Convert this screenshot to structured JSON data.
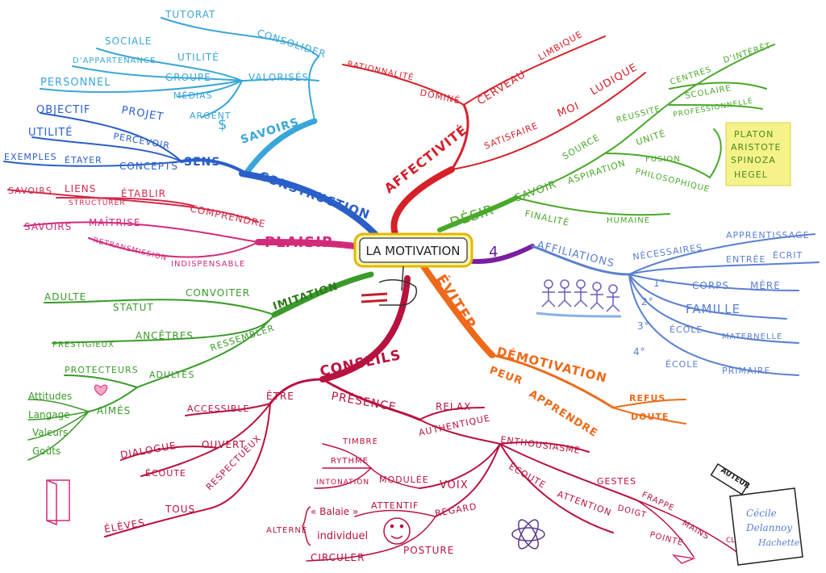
{
  "center": {
    "label": "LA MOTIVATION",
    "num": "4"
  },
  "colors": {
    "savoirs": "#3aa6d8",
    "construction": "#2a5fc9",
    "plaisir": "#d22a7a",
    "imitation": "#3a9a2a",
    "conseils": "#b8123e",
    "affectivite": "#d6202a",
    "desir": "#4aa82a",
    "eviter": "#ee6a1a",
    "affiliations": "#5a7fd0",
    "purple": "#7a1fa0"
  },
  "branches": {
    "savoirs": "SAVOIRS",
    "construction": "CONSTRUCTION",
    "sens": "SENS",
    "plaisir": "PLAISIR",
    "imitation": "IMITATION",
    "conseils": "CONSEILS",
    "affectivite": "AFFECTIVITÉ",
    "desir": "DÉSIR",
    "eviter": "ÉVITER",
    "affiliations": "AFFILIATIONS"
  },
  "savoirs_words": {
    "tutorat": "TUTORAT",
    "consolider": "CONSOLIDER",
    "sociale": "SOCIALE",
    "utilite": "UTILITÉ",
    "appartenance": "D'APPARTENANCE",
    "groupe": "GROUPE",
    "valorises": "VALORISÉS",
    "medias": "MÉDIAS",
    "argent": "ARGENT",
    "dollar": "$",
    "personnel": "PERSONNEL"
  },
  "sens_words": {
    "objectif": "OBJECTIF",
    "projet": "PROJET",
    "utilite": "UTILITÉ",
    "percevoir": "PERCEVOIR",
    "exemples": "EXEMPLES",
    "etayer": "ÉTAYER",
    "concepts": "CONCEPTS"
  },
  "construction_words": {
    "savoirs": "SAVOIRS",
    "liens": "LIENS",
    "structurer": "STRUCTURER",
    "etablir": "ÉTABLIR",
    "comprendre": "COMPRENDRE"
  },
  "plaisir_words": {
    "savoirs": "SAVOIRS",
    "maitrise": "MAÎTRISE",
    "retransmission": "RETRANSMISSION",
    "indispensable": "INDISPENSABLE"
  },
  "imitation_words": {
    "adulte": "ADULTE",
    "statut": "STATUT",
    "convoiter": "CONVOITER",
    "prestigieux": "PRESTIGIEUX",
    "ancetres": "ANCÊTRES",
    "ressembler": "RESSEMBLER",
    "protecteurs": "PROTECTEURS",
    "adultes": "ADULTES",
    "aimes": "AIMÉS",
    "attitudes": "Attitudes",
    "langage": "Langage",
    "valeurs": "Valeurs",
    "gouts": "Goûts"
  },
  "conseils_words": {
    "accessible": "ACCESSIBLE",
    "etre": "ÊTRE",
    "dialogue": "DIALOGUE",
    "ouvert": "OUVERT",
    "ecoute": "ÉCOUTE",
    "respectueux": "RESPECTUEUX",
    "eleves": "ÉLÈVES",
    "tous": "TOUS",
    "presence": "PRÉSENCE",
    "relax": "RELAX",
    "authentique": "AUTHENTIQUE",
    "enthousiasme": "ENTHOUSIASME",
    "timbre": "TIMBRE",
    "rythme": "RYTHME",
    "intonation": "INTONATION",
    "modulee": "MODULÉE",
    "voix": "VOIX",
    "regard": "REGARD",
    "alterne": "ALTERNÉ",
    "balaie": "« Balaie »",
    "attentif": "ATTENTIF",
    "individuel": "individuel",
    "posture": "POSTURE",
    "circuler": "CIRCULER",
    "ecoute2": "ÉCOUTE",
    "gestes": "GESTES",
    "attention": "ATTENTION",
    "frappe": "FRAPPE",
    "doigt": "DOIGT",
    "pointe": "POINTÉ",
    "mains": "MAINS",
    "clap": "CLAP!"
  },
  "affectivite_words": {
    "rationnalite": "RATIONNALITÉ",
    "domine": "DOMINÉ",
    "cerveau": "CERVEAU",
    "limbique": "LIMBIQUE",
    "satisfaire": "SATISFAIRE",
    "moi": "MOI",
    "ludique": "LUDIQUE"
  },
  "desir_words": {
    "savoir": "SAVOIR",
    "source": "SOURCE",
    "reussite": "RÉUSSITE",
    "centres": "CENTRES",
    "dinteret": "D'INTÉRÊT",
    "scolaire": "SCOLAIRE",
    "professionnelle": "PROFESSIONNELLE",
    "aspiration": "ASPIRATION",
    "unite": "UNITÉ",
    "fusion": "FUSION",
    "philosophique": "PHILOSOPHIQUE",
    "finalite": "FINALITÉ",
    "humaine": "HUMAINE"
  },
  "philosophers": [
    "PLATON",
    "ARISTOTE",
    "SPINOZA",
    "HEGEL"
  ],
  "eviter_words": {
    "demotivation": "DÉMOTIVATION",
    "peur": "PEUR",
    "apprendre": "APPRENDRE",
    "refus": "REFUS",
    "doute": "DOUTE"
  },
  "affiliations_words": {
    "necessaires": "NÉCESSAIRES",
    "apprentissage": "APPRENTISSAGE",
    "entree": "ENTRÉE",
    "ecrit": "ÉCRIT",
    "n1": "1°",
    "corps": "CORPS",
    "mere": "MÈRE",
    "n2": "2°",
    "famille": "FAMILLE",
    "n3": "3°",
    "ecole": "ÉCOLE",
    "maternelle": "MATERNELLE",
    "n4": "4°",
    "ecole2": "ÉCOLE",
    "primaire": "PRIMAIRE"
  },
  "author": {
    "tag": "AUTEUR",
    "line1": "Cécile",
    "line2": "Delannoy",
    "line3": "Hachette"
  }
}
